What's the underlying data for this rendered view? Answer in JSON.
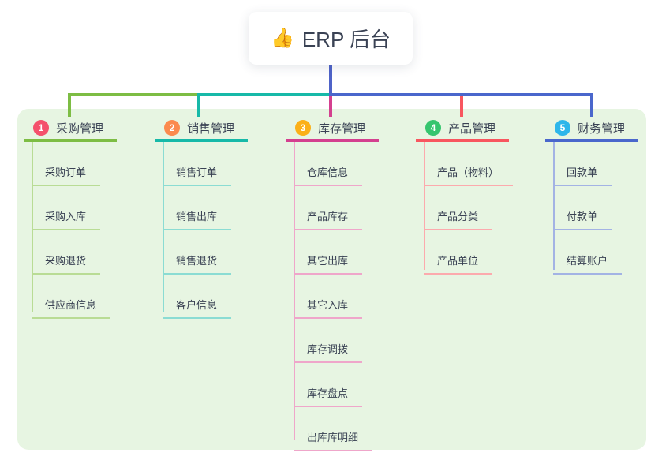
{
  "root": {
    "emoji": "👍",
    "label": "ERP 后台"
  },
  "branches": [
    {
      "index": "1",
      "label": "采购管理",
      "color": "#7dbd44",
      "light_color": "#b9dc95",
      "badge_color": "#f4516c",
      "children": [
        "采购订单",
        "采购入库",
        "采购退货",
        "供应商信息"
      ]
    },
    {
      "index": "2",
      "label": "销售管理",
      "color": "#17b9a8",
      "light_color": "#8bdcd3",
      "badge_color": "#fb8a4e",
      "children": [
        "销售订单",
        "销售出库",
        "销售退货",
        "客户信息"
      ]
    },
    {
      "index": "3",
      "label": "库存管理",
      "color": "#d4408f",
      "light_color": "#efa6ca",
      "badge_color": "#fbb018",
      "children": [
        "仓库信息",
        "产品库存",
        "其它出库",
        "其它入库",
        "库存调拨",
        "库存盘点",
        "出库库明细"
      ]
    },
    {
      "index": "4",
      "label": "产品管理",
      "color": "#f8565f",
      "light_color": "#fcaaad",
      "badge_color": "#36c56e",
      "children": [
        "产品（物料）",
        "产品分类",
        "产品单位"
      ]
    },
    {
      "index": "5",
      "label": "财务管理",
      "color": "#4a67cc",
      "light_color": "#a3b3e4",
      "badge_color": "#2eb6ea",
      "children": [
        "回款单",
        "付款单",
        "结算账户"
      ]
    }
  ],
  "colors": {
    "panel_bg": "#e7f5e2",
    "connector": "#4f63c8",
    "text": "#3a4254"
  }
}
